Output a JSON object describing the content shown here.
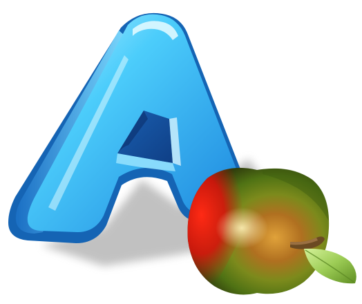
{
  "scene": {
    "subjects": [
      "letter-a",
      "apple",
      "apple-leaf",
      "apple-stem",
      "drop-shadow"
    ],
    "colors": {
      "background": "#ffffff",
      "letter_light": "#bdf2ff",
      "letter_mid": "#4ccdfb",
      "letter_dark": "#1a7ad0",
      "letter_edge": "#1564b4",
      "shadow": "#8f8f8f",
      "apple_red": "#e3100c",
      "apple_orange": "#c7661a",
      "apple_green": "#5f8a1a",
      "apple_dark": "#3e2a10",
      "leaf_light": "#bde680",
      "leaf_dark": "#6c9c2a",
      "stem": "#6b4a22"
    }
  }
}
